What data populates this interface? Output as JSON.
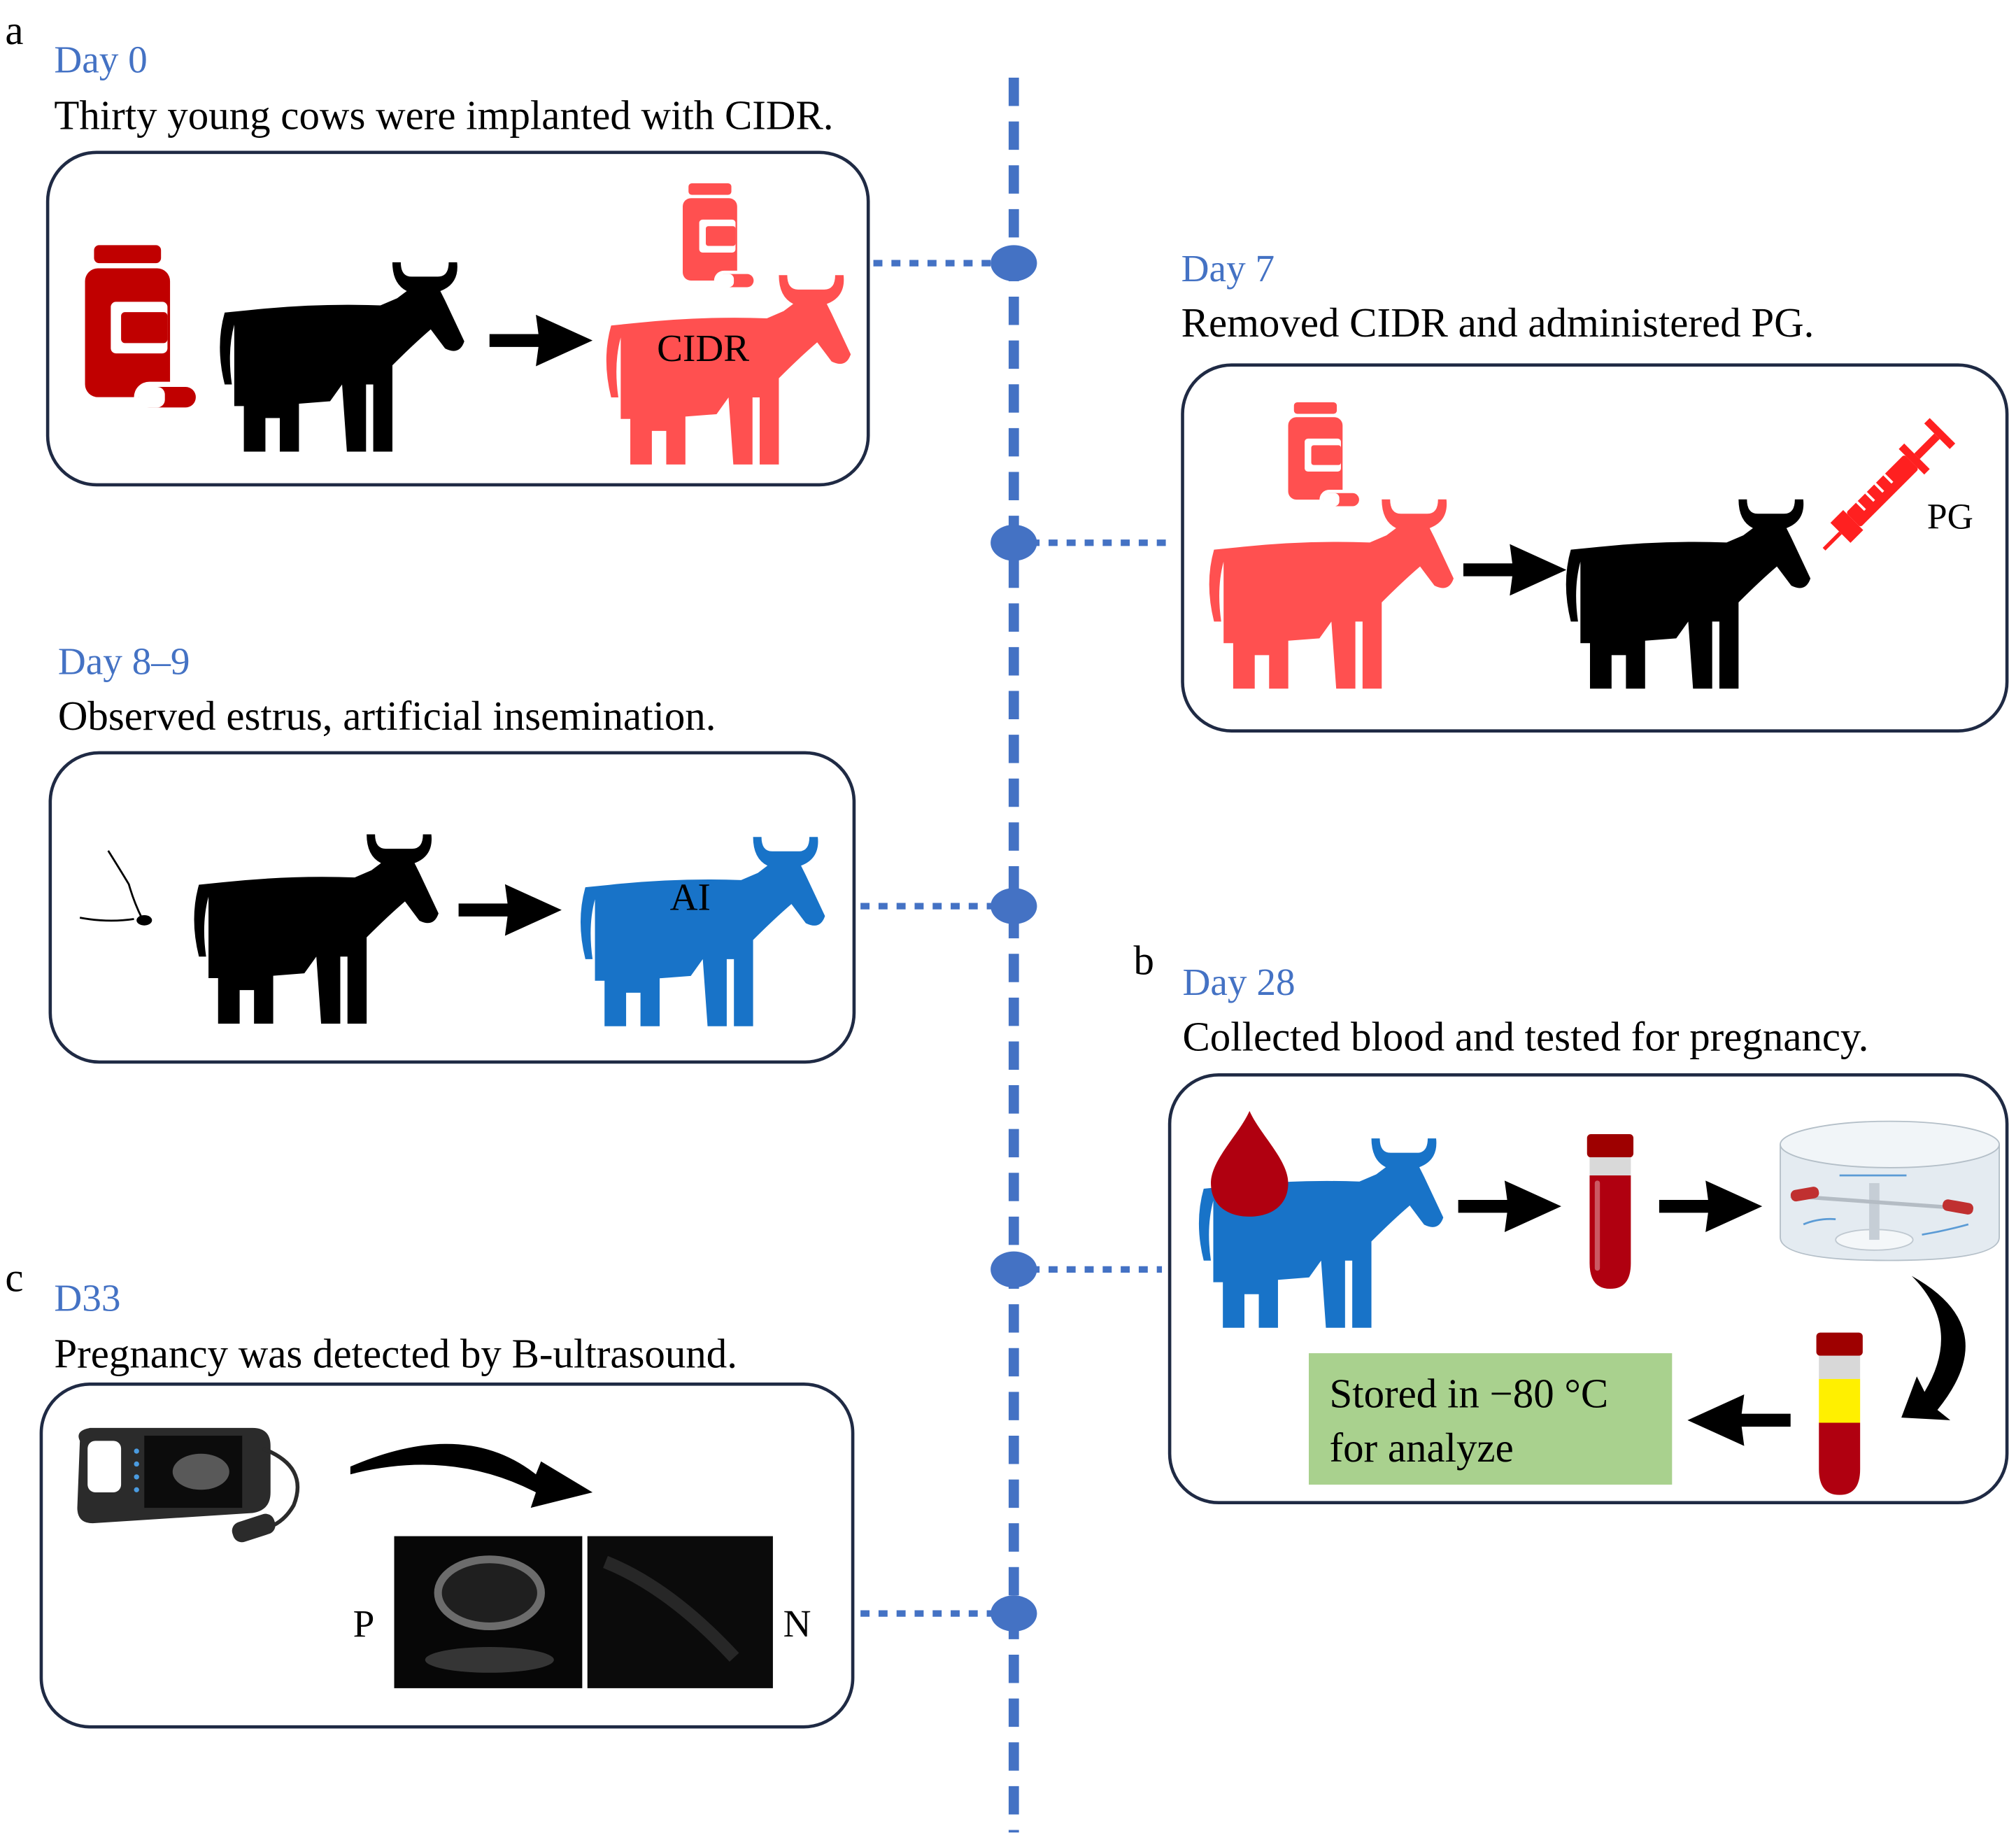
{
  "panel_labels": {
    "a": "a",
    "b": "b",
    "c": "c"
  },
  "steps": {
    "day0": {
      "day": "Day 0",
      "desc": "Thirty young cows were implanted with CIDR.",
      "cow_label": "CIDR"
    },
    "day7": {
      "day": "Day 7",
      "desc": "Removed CIDR and administered PG.",
      "syringe_label": "PG"
    },
    "day8_9": {
      "day": "Day 8–9",
      "desc": "Observed estrus, artificial insemination.",
      "cow_label": "AI"
    },
    "day28": {
      "day": "Day 28",
      "desc": "Collected blood and tested for pregnancy.",
      "storage_line1": "Stored in −80 °C",
      "storage_line2": "for analyze"
    },
    "d33": {
      "day": "D33",
      "desc": "Pregnancy was detected by B-ultrasound.",
      "pos_label": "P",
      "neg_label": "N"
    }
  },
  "colors": {
    "timeline": "#4472C4",
    "day_text": "#4472C4",
    "box_border": "#1F2A44",
    "cow_black": "#000000",
    "cow_red": "#FF5050",
    "bottle_dark_red": "#C00000",
    "cow_blue": "#1873C8",
    "blood": "#B00010",
    "serum": "#FFF000",
    "storage_bg": "#A9D18E"
  }
}
